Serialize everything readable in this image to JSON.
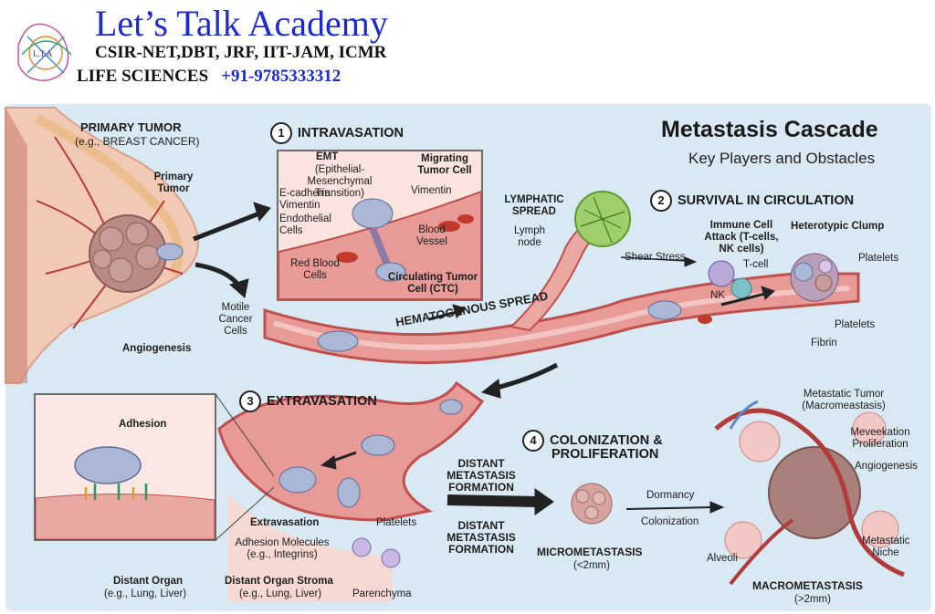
{
  "header": {
    "title": "Let’s Talk Academy",
    "subtitle": "CSIR-NET,DBT, JRF, IIT-JAM, ICMR",
    "subtitle2": "LIFE SCIENCES",
    "phone": "+91-9785333312",
    "logo_text": "L.T.A"
  },
  "diagram": {
    "title": "Metastasis Cascade",
    "subtitle": "Key Players and Obstacles",
    "primary": {
      "heading": "PRIMARY TUMOR",
      "example": "(e.g., BREAST CANCER)",
      "tumor": "Primary Tumor",
      "angiogenesis": "Angiogenesis",
      "motile": "Motile Cancer Cells"
    },
    "step1": {
      "num": "1",
      "title": "INTRAVASATION",
      "emt": "EMT",
      "emt_full": "(Epithelial-Mesenchymal Transition)",
      "ecadherin": "E-cadherin",
      "vimentin1": "Vimentin",
      "migrating": "Migrating Tumor Cell",
      "vimentin2": "Vimentin",
      "endothelial": "Endothelial Cells",
      "blood_vessel": "Blood Vessel",
      "rbc": "Red Blood Cells",
      "ctc": "Circulating Tumor Cell (CTC)"
    },
    "lymph": {
      "spread": "LYMPHATIC SPREAD",
      "node": "Lymph node"
    },
    "step2": {
      "num": "2",
      "title": "SURVIVAL IN CIRCULATION",
      "immune": "Immune Cell Attack (T-cells, NK cells)",
      "shear": "Shear Stress",
      "tcell": "T-cell",
      "nk": "NK",
      "clump": "Heterotypic Clump",
      "platelets1": "Platelets",
      "platelets2": "Platelets",
      "fibrin": "Fibrin"
    },
    "hematogenous": "HEMATOGENOUS SPREAD",
    "step3": {
      "num": "3",
      "title": "EXTRAVASATION",
      "adhesion": "Adhesion",
      "extravasation": "Extravasation",
      "platelets": "Platelets",
      "molecules": "Adhesion Molecules (e.g., Integrins)",
      "distant_organ": "Distant Organ",
      "distant_organ_eg": "(e.g., Lung, Liver)",
      "stroma": "Distant Organ Stroma",
      "stroma_eg": "(e.g., Lung, Liver)",
      "parenchyma": "Parenchyma"
    },
    "step4": {
      "num": "4",
      "title_line1": "COLONIZATION &",
      "title_line2": "PROLIFERATION",
      "formation1": "DISTANT METASTASIS FORMATION",
      "formation2": "DISTANT METASTASIS FORMATION",
      "micro": "MICROMETASTASIS",
      "micro_size": "(<2mm)",
      "dormancy": "Dormancy",
      "colonization": "Colonization",
      "macro_tumor": "Metastatic Tumor (Macromeastasis)",
      "meveekation": "Meveekation Proliferation",
      "angiogenesis": "Angiogenesis",
      "alveoli": "Alveoli",
      "niche": "Metastatic Niche",
      "macro": "MACROMETASTASIS",
      "macro_size": "(>2mm)"
    }
  },
  "colors": {
    "brand_blue": "#1b2bd0",
    "panel_bg": "#d9e9f3",
    "vessel": "#e79a96",
    "vessel_dark": "#c0504d",
    "tumor": "#b98a86",
    "cell_blue": "#aab8d6",
    "lymph_green": "#9fcf6b"
  }
}
